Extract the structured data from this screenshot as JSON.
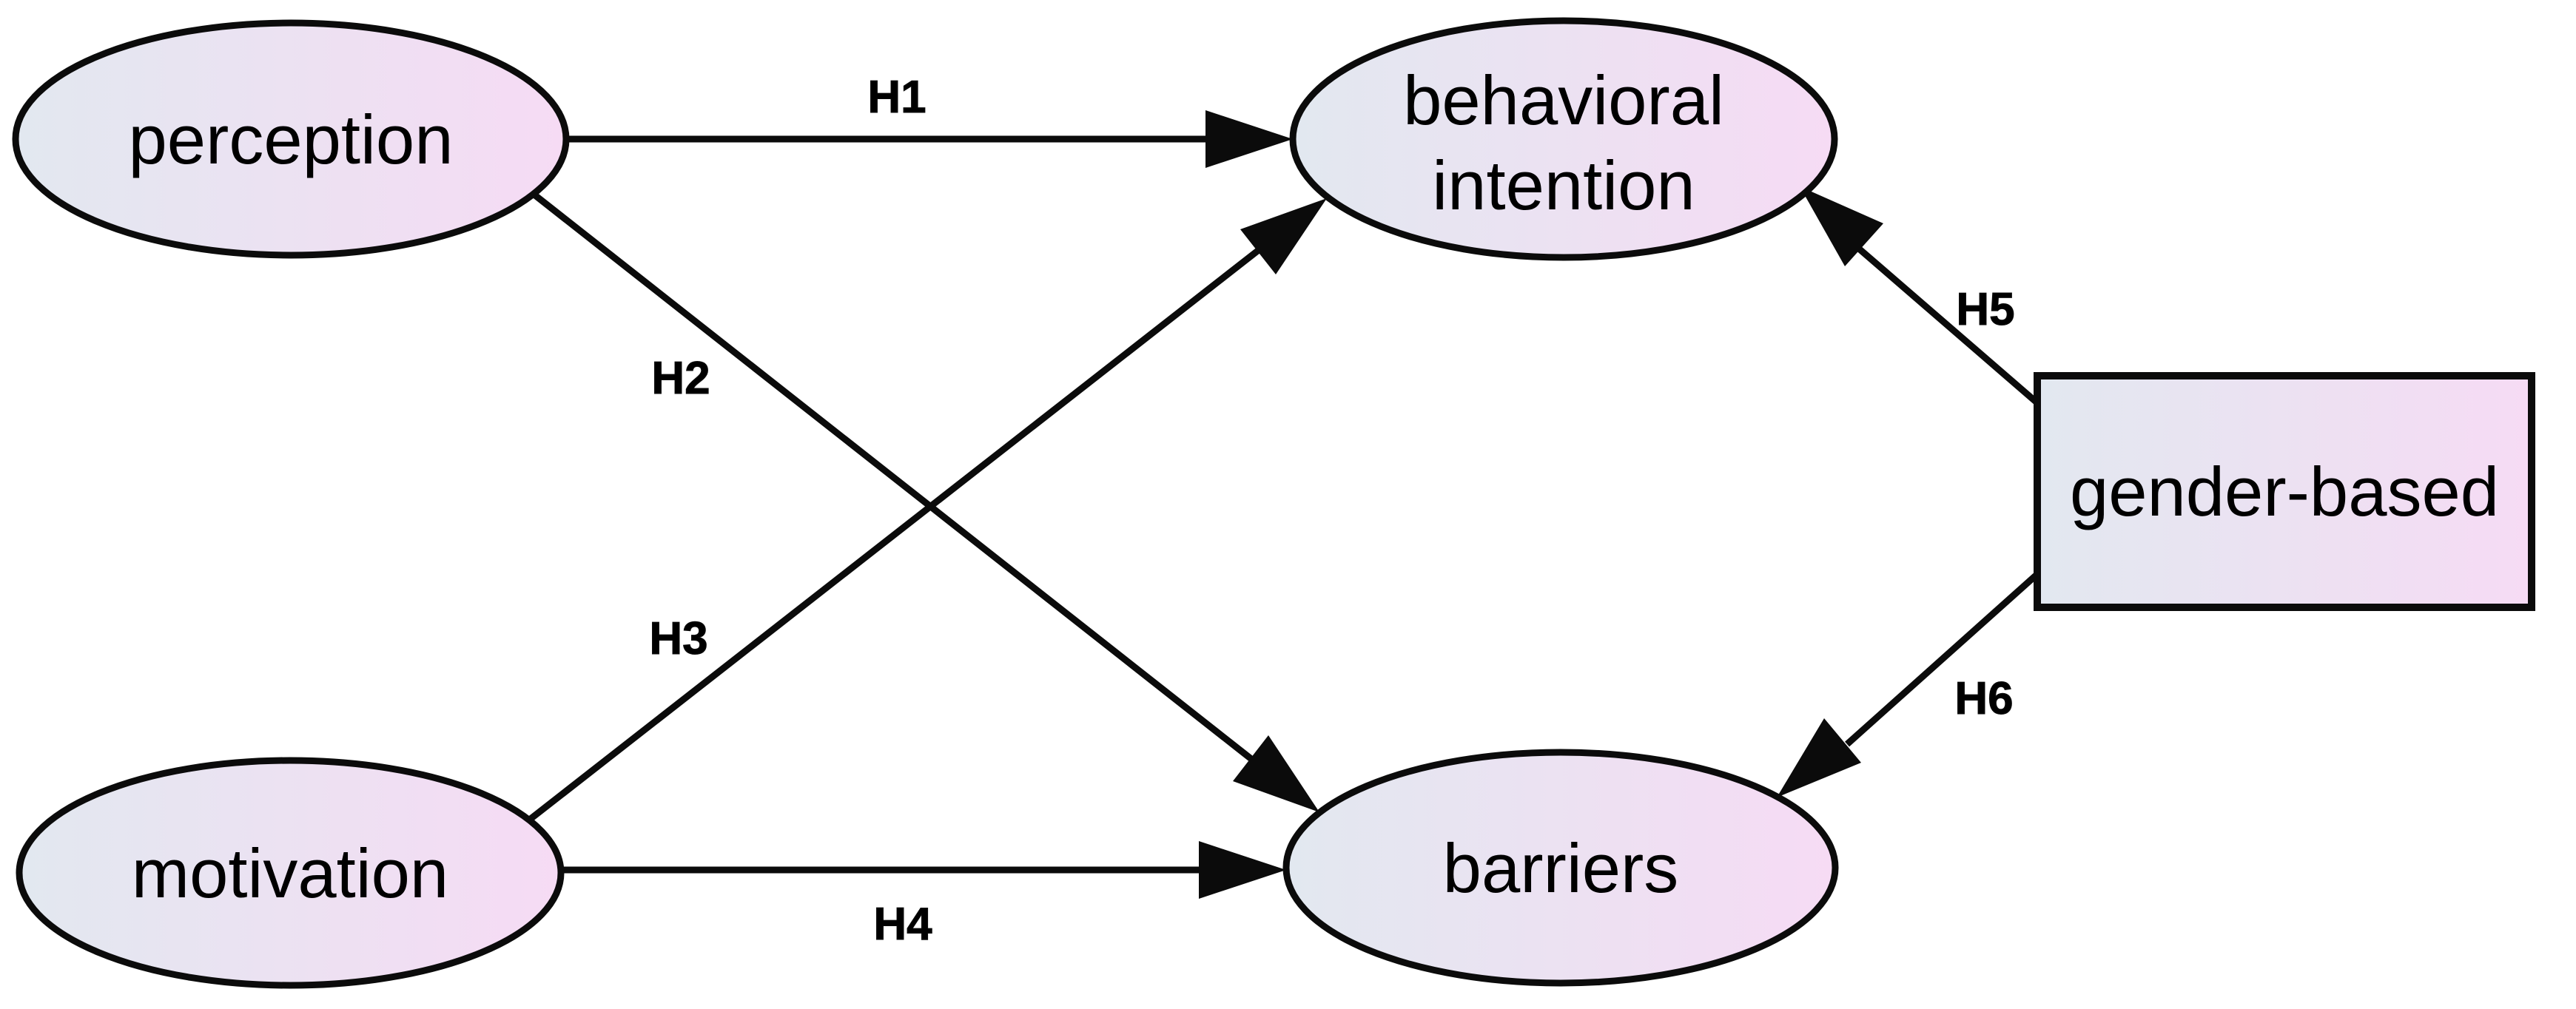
{
  "figure": {
    "background_color": "#ffffff",
    "node_gradient": {
      "start": "#e2e8f0",
      "end": "#f6dbf4"
    },
    "node_border_color": "#0b0b0b",
    "arrow_color": "#0b0b0b",
    "text_color": "#000000",
    "nodes": [
      {
        "id": "perception",
        "shape": "ellipse",
        "label": "perception"
      },
      {
        "id": "behavioral-intention",
        "shape": "ellipse",
        "label": "behavioral intention",
        "label_lines": [
          "behavioral",
          "intention"
        ]
      },
      {
        "id": "motivation",
        "shape": "ellipse",
        "label": "motivation"
      },
      {
        "id": "barriers",
        "shape": "ellipse",
        "label": "barriers"
      },
      {
        "id": "gender-based",
        "shape": "rectangle",
        "label": "gender-based"
      }
    ],
    "edges": [
      {
        "id": "H1",
        "label": "H1",
        "from": "perception",
        "to": "behavioral-intention"
      },
      {
        "id": "H2",
        "label": "H2",
        "from": "perception",
        "to": "barriers"
      },
      {
        "id": "H3",
        "label": "H3",
        "from": "motivation",
        "to": "behavioral-intention"
      },
      {
        "id": "H4",
        "label": "H4",
        "from": "motivation",
        "to": "barriers"
      },
      {
        "id": "H5",
        "label": "H5",
        "from": "gender-based",
        "to": "behavioral-intention"
      },
      {
        "id": "H6",
        "label": "H6",
        "from": "gender-based",
        "to": "barriers"
      }
    ]
  }
}
